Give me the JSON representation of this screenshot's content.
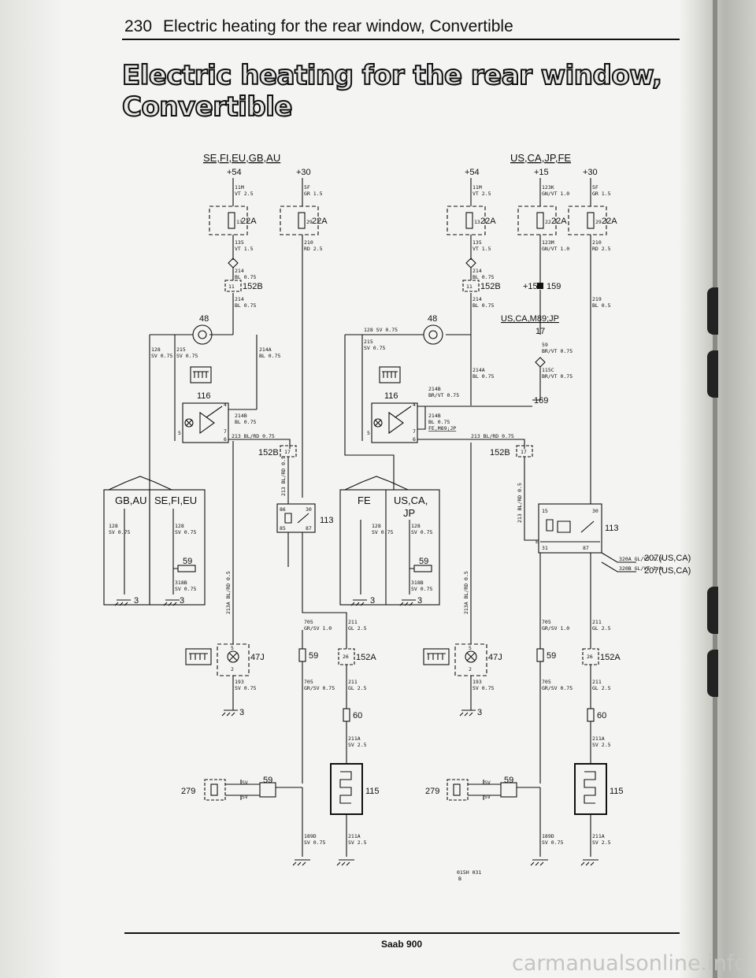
{
  "header": {
    "page_number": "230",
    "title": "Electric heating for the rear window, Convertible"
  },
  "main_title": "Electric heating for the rear window, Convertible",
  "footer": {
    "book": "Saab 900"
  },
  "watermark": "carmanualsonline.info",
  "diagram": {
    "left": {
      "market_label": "SE,FI,EU,GB,AU",
      "supply_54": "+54",
      "supply_30": "+30",
      "w_11m": "11M",
      "w_11m_spec": "VT 2.5",
      "w_5f": "5F",
      "w_5f_spec": "GR 1.5",
      "fuse_a_num": "13",
      "fuse_a_label": "22A",
      "fuse_b_num": "29",
      "fuse_b_label": "22A",
      "w_135": "135",
      "w_135_spec": "VT 1.5",
      "w_210": "210",
      "w_210_spec": "RD 2.5",
      "w_214": "214",
      "w_214_spec": "BL 0.75",
      "conn_152b_pin": "11",
      "conn_152b": "152B",
      "w_214b": "214",
      "w_214b_spec": "BL 0.75",
      "ground_48": "48",
      "w_128": "128",
      "w_128_spec": "SV 0.75",
      "w_215": "215",
      "w_215_spec": "SV 0.75",
      "w_214a": "214A",
      "w_214a_spec": "BL 0.75",
      "switch_116": "116",
      "w_214b2": "214B",
      "w_214b2_spec": "BL 0.75",
      "pin4": "4",
      "pin5": "5",
      "pin6": "6",
      "pin7": "7",
      "w_213": "213 BL/RD 0.75",
      "conn_152b_2": "152B",
      "conn_152b_2_pin": "17",
      "w_213_vert": "213 BL/RD 0.5",
      "relay_113": "113",
      "relay_pin86": "86",
      "relay_pin30": "30",
      "relay_pin85": "85",
      "relay_pin87": "87",
      "variant_a": "GB,AU",
      "variant_b": "SE,FI,EU",
      "w_128_a": "128",
      "w_128_a_spec": "SV 0.75",
      "w_128_b": "128",
      "w_128_b_spec": "SV 0.75",
      "conn_59": "59",
      "w_318b": "318B",
      "w_318b_spec": "SV 0.75",
      "gnd_3a": "3",
      "gnd_3b": "3",
      "w_213a_vert": "213A BL/RD 0.5",
      "w_705": "705",
      "w_705_spec": "GR/SV 1.0",
      "w_211": "211",
      "w_211_spec": "GL 2.5",
      "conn_47j_pin5": "5",
      "conn_47j_pin2": "2",
      "conn_47j": "47J",
      "conn_59b": "59",
      "conn_152a_pin": "26",
      "conn_152a": "152A",
      "w_193": "193",
      "w_193_spec": "SV 0.75",
      "w_705b": "705",
      "w_705b_spec": "GR/SV 0.75",
      "w_211b": "211",
      "w_211b_spec": "GL 2.5",
      "gnd_3c": "3",
      "conn_60": "60",
      "w_211a": "211A",
      "w_211a_spec": "SV 2.5",
      "element_115": "115",
      "lamp_279": "279",
      "conn_59c": "59",
      "sv1": "SV",
      "sv2": "SV",
      "w_189d": "189D",
      "w_189d_spec": "SV 0.75",
      "w_211a2": "211A",
      "w_211a2_spec": "SV 2.5"
    },
    "right": {
      "market_label": "US,CA,JP,FE",
      "supply_54": "+54",
      "supply_15": "+15",
      "supply_30": "+30",
      "w_11m": "11M",
      "w_11m_spec": "VT 2.5",
      "w_123k": "123K",
      "w_123k_spec": "GN/VT 1.0",
      "w_5f": "5F",
      "w_5f_spec": "GR 1.5",
      "fuse_a_num": "13",
      "fuse_a_label": "22A",
      "fuse_b_num": "22",
      "fuse_b_label": "22A",
      "fuse_c_num": "29",
      "fuse_c_label": "22A",
      "w_135": "135",
      "w_135_spec": "VT 1.5",
      "w_123m": "123M",
      "w_123m_spec": "GN/VT 1.0",
      "w_210": "210",
      "w_210_spec": "RD 2.5",
      "w_214": "214",
      "w_214_spec": "BL 0.75",
      "conn_152b_pin": "11",
      "conn_152b": "152B",
      "conn_159": "+15",
      "conn_159_num": "159",
      "w_214b": "214",
      "w_214b_spec": "BL 0.75",
      "w_219": "219",
      "w_219_spec": "BL 0.5",
      "ground_48": "48",
      "w_128": "128 SV 0.75",
      "variant_note": "US,CA,M89;JP",
      "conn_17": "17",
      "w_215": "215",
      "w_215_spec": "SV 0.75",
      "w_59": "59",
      "w_59_spec": "BR/VT 0.75",
      "w_214a": "214A",
      "w_214a_spec": "BL 0.75",
      "w_115c": "115C",
      "w_115c_spec": "BR/VT 0.75",
      "switch_116": "116",
      "w_214b2": "214B",
      "w_214b2_spec": "BR/VT 0.75",
      "conn_169": "169",
      "w_214b3": "214B",
      "w_214b3_spec": "BL 0.75",
      "w_214b3_note": "FE,M89;JP",
      "pin4": "4",
      "pin5": "5",
      "pin6": "6",
      "pin7": "7",
      "w_213": "213 BL/RD 0.75",
      "conn_152b_2": "152B",
      "conn_152b_2_pin": "17",
      "w_213_vert": "213 BL/RD 0.5",
      "relay_113": "113",
      "relay_pin15": "15",
      "relay_pin30": "30",
      "relay_pin31": "31",
      "relay_pin87": "87",
      "relay_pinE": "E",
      "w_320a": "320A GL/VT 1.0",
      "ref_320a": "207(US,CA)",
      "w_320b": "320B GL/VT 1.0",
      "ref_320b": "207(US,CA)",
      "variant_a": "FE",
      "variant_b": "US,CA,",
      "variant_b2": "JP",
      "w_128_a": "128",
      "w_128_a_spec": "SV 0.75",
      "w_128_b": "128",
      "w_128_b_spec": "SV 0.75",
      "conn_59": "59",
      "w_318b": "318B",
      "w_318b_spec": "SV 0.75",
      "gnd_3a": "3",
      "gnd_3b": "3",
      "w_213a_vert": "213A BL/RD 0.5",
      "w_705": "705",
      "w_705_spec": "GR/SV 1.0",
      "w_211": "211",
      "w_211_spec": "GL 2.5",
      "conn_47j_pin5": "5",
      "conn_47j_pin2": "2",
      "conn_47j": "47J",
      "conn_59b": "59",
      "conn_152a_pin": "26",
      "conn_152a": "152A",
      "w_193": "193",
      "w_193_spec": "SV 0.75",
      "w_705b": "705",
      "w_705b_spec": "GR/SV 0.75",
      "w_211b": "211",
      "w_211b_spec": "GL 2.5",
      "gnd_3c": "3",
      "conn_60": "60",
      "w_211a": "211A",
      "w_211a_spec": "SV 2.5",
      "element_115": "115",
      "lamp_279": "279",
      "conn_59c": "59",
      "sv1": "SV",
      "sv2": "SV",
      "w_189d": "189D",
      "w_189d_spec": "SV 0.75",
      "w_211a2": "211A",
      "w_211a2_spec": "SV 2.5",
      "drawing_code": "015H 031",
      "drawing_sub": "B"
    }
  }
}
